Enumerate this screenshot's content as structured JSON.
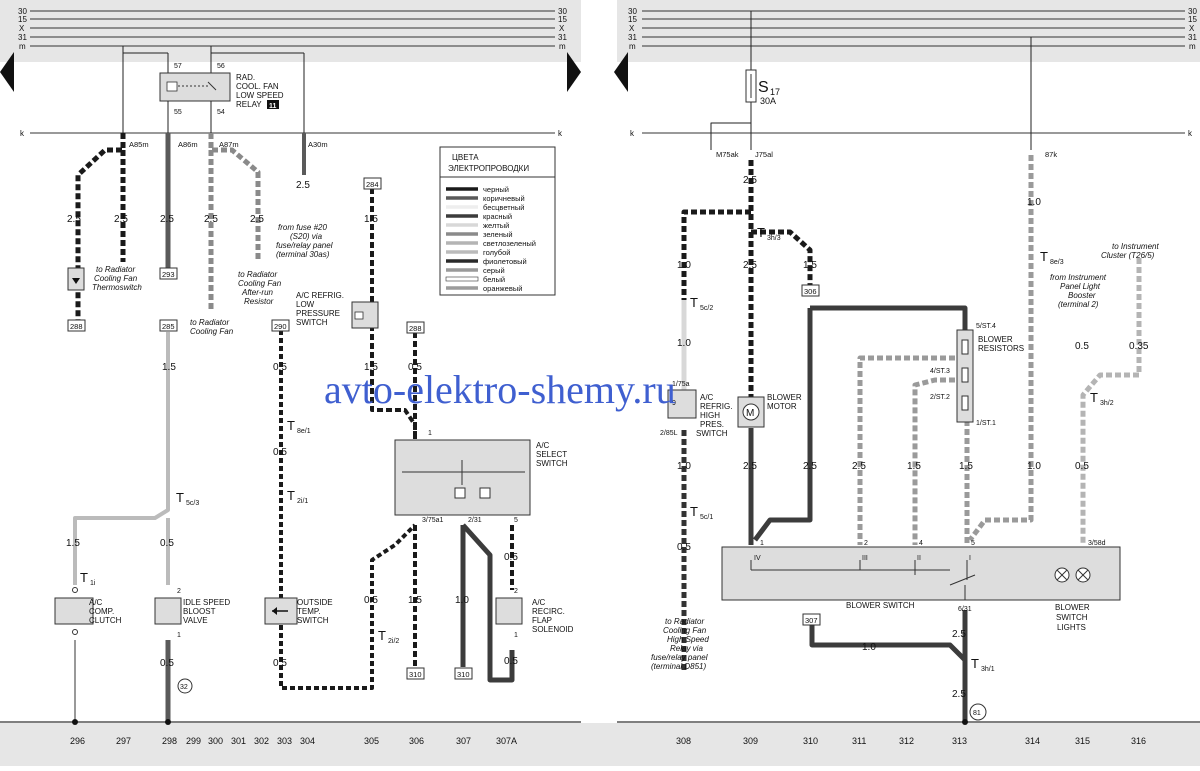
{
  "bus_labels": {
    "left": [
      "30",
      "15",
      "X",
      "31",
      "m"
    ],
    "right": [
      "30",
      "15",
      "X",
      "31",
      "m"
    ],
    "k_left": "k",
    "k_right": "k",
    "k2_left": "k",
    "k2_right": "k"
  },
  "colors": {
    "black": "#1a1a1a",
    "brown": "#5a5a5a",
    "red": "#3c3c3c",
    "yellow": "#d8d8d8",
    "green": "#8a8a8a",
    "lightgreen": "#b4b4b4",
    "blue": "#bbbbbb",
    "violet": "#2a2a2a",
    "grey": "#9a9a9a",
    "white": "#ffffff",
    "orange": "#9c9c9c",
    "header_bg": "#e6e6e6",
    "watermark": "#3f5fd0"
  },
  "legend": {
    "title_line1": "ЦВЕТА",
    "title_line2": "ЭЛЕКТРОПРОВОДКИ",
    "items": [
      "черный",
      "коричневый",
      "бесцветный",
      "красный",
      "желтый",
      "зеленый",
      "светлозеленый",
      "голубой",
      "фиолетовый",
      "серый",
      "белый",
      "оранжевый"
    ]
  },
  "connectors_left": {
    "A85m": "A85m",
    "A86m": "A86m",
    "A87m": "A87m",
    "A30m": "A30m"
  },
  "relay": {
    "line1": "RAD.",
    "line2": "COOL. FAN",
    "line3": "LOW SPEED",
    "line4": "RELAY",
    "badge": "11",
    "pin57": "57",
    "pin56": "56",
    "pin55": "55",
    "pin54": "54"
  },
  "left_wire_sizes": {
    "w1": "2.5",
    "w2": "2.5",
    "w3": "2.5",
    "w4": "2.5",
    "w5": "2.5",
    "w6": "2.5",
    "w7": "1.5",
    "w8": "0.5",
    "w9": "0.5",
    "w10": "0.5",
    "w11": "1.5",
    "w12": "1.5",
    "w13": "0.5",
    "w14": "1.5",
    "w15": "0.5",
    "w16": "0.5",
    "w17": "0.5",
    "w18": "0.5",
    "w19": "1.5",
    "w20": "1.0",
    "w21": "0.5",
    "w22": "0.5"
  },
  "ref_boxes_left": {
    "b284": "284",
    "b293": "293",
    "b288a": "288",
    "b285": "285",
    "b290": "290",
    "b288b": "288",
    "b310a": "310",
    "b310b": "310"
  },
  "left_texts": {
    "thermo1": "to Radiator",
    "thermo2": "Cooling Fan",
    "thermo3": "Thermoswitch",
    "fan1": "to Radiator",
    "fan2": "Cooling Fan",
    "after1": "to Radiator",
    "after2": "Cooling Fan",
    "after3": "After-run",
    "after4": "Resistor",
    "fuse1": "from fuse #20",
    "fuse2": "(S20) via",
    "fuse3": "fuse/relay panel",
    "fuse4": "(terminal 30as)",
    "lp1": "A/C REFRIG.",
    "lp2": "LOW",
    "lp3": "PRESSURE",
    "lp4": "SWITCH",
    "sel1": "A/C",
    "sel2": "SELECT",
    "sel3": "SWITCH",
    "sel_pin1": "1",
    "sel_pin375": "3/75a1",
    "sel_pin231": "2/31",
    "sel_pin5": "5",
    "clutch1": "A/C",
    "clutch2": "COMP.",
    "clutch3": "CLUTCH",
    "idle1": "IDLE SPEED",
    "idle2": "BLOOST",
    "idle3": "VALVE",
    "idle_pin2": "2",
    "idle_pin1": "1",
    "temp1": "OUTSIDE",
    "temp2": "TEMP.",
    "temp3": "SWITCH",
    "recirc1": "A/C",
    "recirc2": "RECIRC.",
    "recirc3": "FLAP",
    "recirc4": "SOLENOID",
    "recirc_pin2": "2",
    "recirc_pin1": "1",
    "circle32": "32"
  },
  "left_t_labels": {
    "T1i": "T",
    "T1i_sub": "1i",
    "T5c3": "T",
    "T5c3_sub": "5c/3",
    "T8e1": "T",
    "T8e1_sub": "8e/1",
    "T2i1": "T",
    "T2i1_sub": "2i/1",
    "T2i2": "T",
    "T2i2_sub": "2i/2"
  },
  "right_texts": {
    "fuse_main": "S",
    "fuse_sub": "17",
    "fuse_amp": "30A",
    "M75ak": "M75ak",
    "J75al": "J75al",
    "87k": "87k",
    "motor1": "BLOWER",
    "motor2": "MOTOR",
    "hp1": "A/C",
    "hp2": "REFRIG.",
    "hp3": "HIGH",
    "hp4": "PRES.",
    "hp5": "SWITCH",
    "hp_pin_top": "1/75a",
    "hp_pin_bot": "2/85L",
    "hp_pin_9": "9",
    "res1": "BLOWER",
    "res2": "RESISTORS",
    "st4": "5/ST.4",
    "st3": "4/ST.3",
    "st2": "2/ST.2",
    "st1": "1/ST.1",
    "ic1": "to Instrument",
    "ic2": "Cluster (T26/5)",
    "ip1": "from Instrument",
    "ip2": "Panel Light",
    "ip3": "Booster",
    "ip4": "(terminal 2)",
    "cf1": "to Radiator",
    "cf2": "Cooling Fan",
    "cf3": "High Speed",
    "cf4": "Relay via",
    "cf5": "fuse/relay panel",
    "cf6": "(terminal D851)",
    "bs": "BLOWER SWITCH",
    "bsl1": "BLOWER",
    "bsl2": "SWITCH",
    "bsl3": "LIGHTS",
    "pIV": "IV",
    "pIII": "III",
    "pII": "II",
    "pI": "I",
    "p1": "1",
    "p2": "2",
    "p4": "4",
    "p5": "5",
    "p358d": "3/58d",
    "p631": "6/31",
    "circle81": "81"
  },
  "right_wire_sizes": {
    "r1": "2.5",
    "r2": "1.0",
    "r3": "2.5",
    "r4": "1.5",
    "r5": "1.0",
    "r6": "1.0",
    "r7": "2.5",
    "r8": "2.5",
    "r9": "2.5",
    "r10": "1.5",
    "r11": "1.5",
    "r12": "1.0",
    "r13": "0.5",
    "r14": "0.5",
    "r15": "0.35",
    "r16": "0.5",
    "r17": "2.5",
    "r18": "1.0",
    "r19": "2.5"
  },
  "right_t_labels": {
    "T3h3": "T",
    "T3h3_sub": "3h/3",
    "T5c2": "T",
    "T5c2_sub": "5c/2",
    "T5c1": "T",
    "T5c1_sub": "5c/1",
    "T8e3": "T",
    "T8e3_sub": "8e/3",
    "T3h2": "T",
    "T3h2_sub": "3h/2",
    "T3h1": "T",
    "T3h1_sub": "3h/1"
  },
  "ref_boxes_right": {
    "b306": "306",
    "b307": "307"
  },
  "watermark": "avto-elektro-shemy.ru",
  "footer_left": [
    "296",
    "297",
    "298",
    "299",
    "300",
    "301",
    "302",
    "303",
    "304",
    "305",
    "306",
    "307",
    "307A"
  ],
  "footer_right": [
    "308",
    "309",
    "310",
    "311",
    "312",
    "313",
    "314",
    "315",
    "316"
  ]
}
